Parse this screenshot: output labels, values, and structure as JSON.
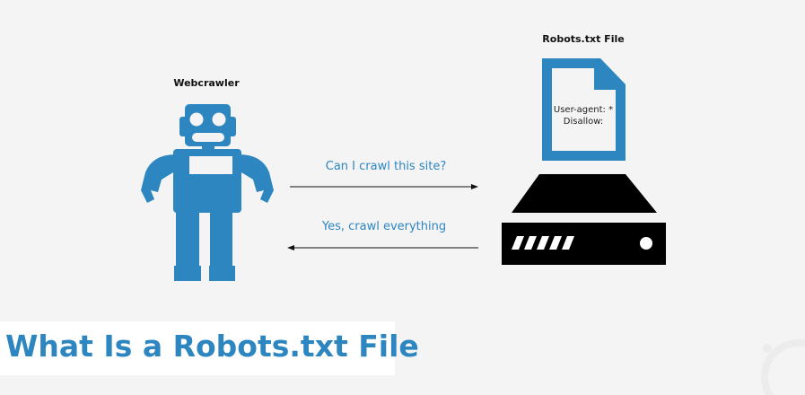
{
  "diagram": {
    "robot_label": "Webcrawler",
    "file_label": "Robots.txt File",
    "file_lines": [
      "User-agent: *",
      "Disallow:"
    ],
    "request": "Can I crawl this site?",
    "response": "Yes, crawl everything",
    "title": "What Is a Robots.txt File",
    "colors": {
      "accent": "#2e86c1",
      "background": "#f4f4f4",
      "server": "#000000"
    }
  }
}
